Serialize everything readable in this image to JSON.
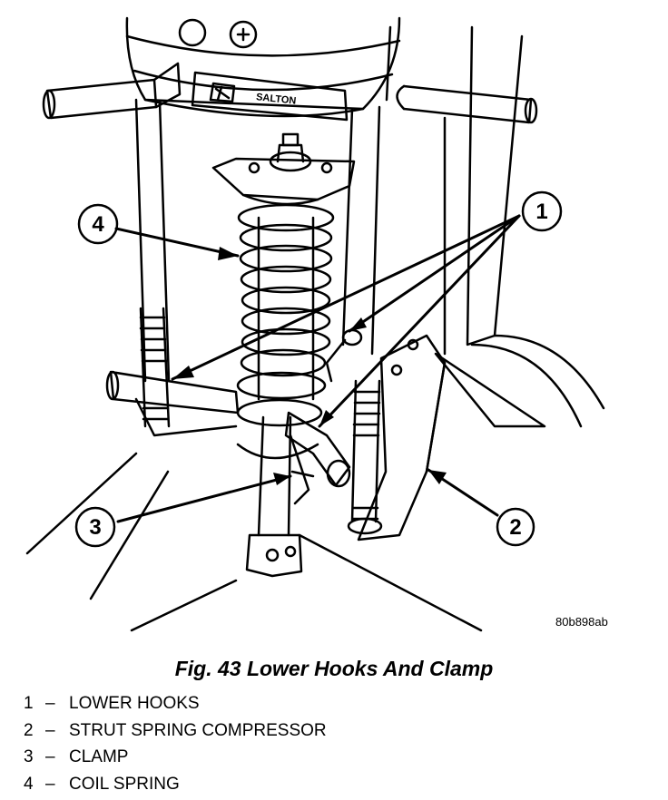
{
  "figure": {
    "plate_text": "SALTON",
    "figure_code": "80b898ab",
    "caption": "Fig. 43 Lower Hooks And Clamp"
  },
  "callouts": [
    {
      "number": "1",
      "label": "LOWER HOOKS"
    },
    {
      "number": "2",
      "label": "STRUT SPRING COMPRESSOR"
    },
    {
      "number": "3",
      "label": "CLAMP"
    },
    {
      "number": "4",
      "label": "COIL SPRING"
    }
  ],
  "legend_separator": "–",
  "colors": {
    "ink": "#000000",
    "paper": "#ffffff"
  }
}
